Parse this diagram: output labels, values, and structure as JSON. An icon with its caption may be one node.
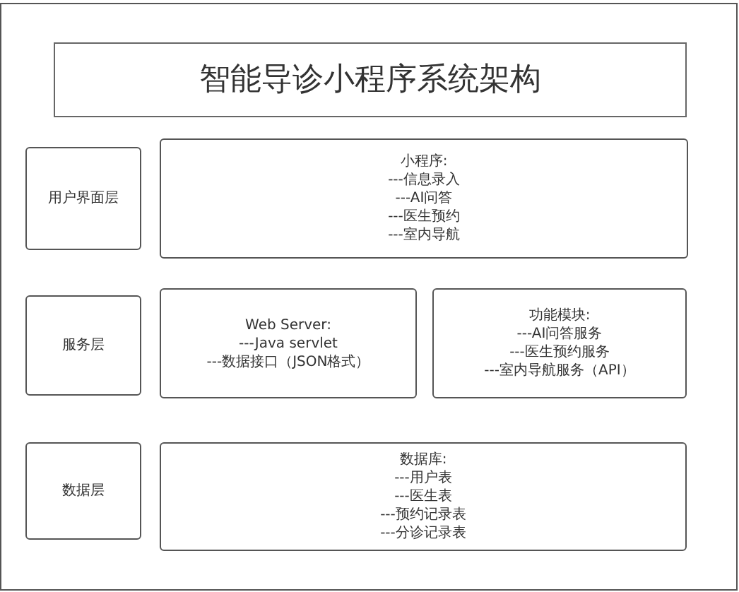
{
  "diagram": {
    "title": "智能导诊小程序系统架构",
    "nodes": [
      {
        "text": [
          "用户界面层"
        ]
      },
      {
        "text": [
          "小程序:",
          "---信息录入",
          "---AI问答",
          "---医生预约",
          "---室内导航"
        ]
      },
      {
        "text": [
          "服务层"
        ]
      },
      {
        "text": [
          "Web Server:",
          "---Java servlet",
          "---数据接口（JSON格式）"
        ]
      },
      {
        "text": [
          "功能模块:",
          "---AI问答服务",
          "---医生预约服务",
          "---室内导航服务（API）"
        ]
      },
      {
        "text": [
          "数据层"
        ]
      },
      {
        "text": [
          "数据库:",
          "---用户表",
          "---医生表",
          "---预约记录表",
          "---分诊记录表"
        ]
      }
    ]
  }
}
